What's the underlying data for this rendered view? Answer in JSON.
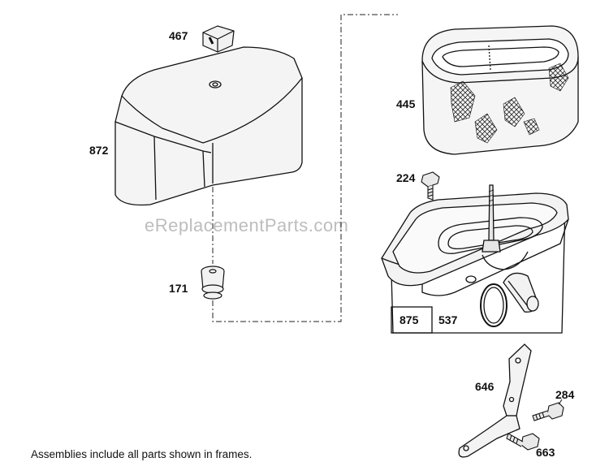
{
  "watermark": "eReplacementParts.com",
  "footnote": "Assemblies include all parts shown in frames.",
  "parts": {
    "p467": "467",
    "p872": "872",
    "p171": "171",
    "p445": "445",
    "p224": "224",
    "p875": "875",
    "p537": "537",
    "p646": "646",
    "p284": "284",
    "p663": "663"
  }
}
